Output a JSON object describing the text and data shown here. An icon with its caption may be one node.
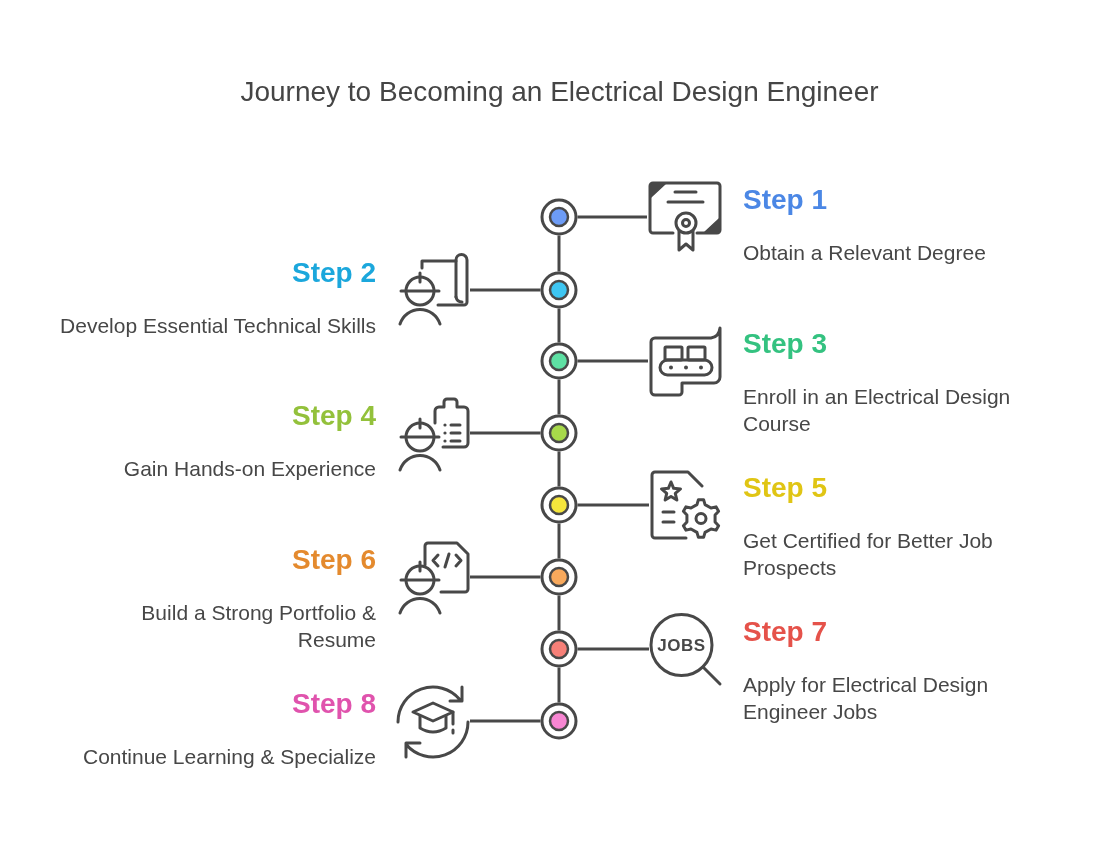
{
  "diagram": {
    "title": "Journey to Becoming an Electrical Design Engineer",
    "nodes": [
      {
        "text": [],
        "shape": "circle"
      },
      {
        "text": [],
        "shape": "picture",
        "beside": [
          "Step 1",
          "Obtain a Relevant Degree"
        ]
      },
      {
        "text": [],
        "shape": "picture",
        "beside": [
          "Step 2",
          "Develop Essential Technical Skills"
        ]
      },
      {
        "text": [],
        "shape": "circle"
      },
      {
        "text": [],
        "shape": "circle"
      },
      {
        "text": [],
        "shape": "picture",
        "beside": [
          "Step 3",
          "Enroll in an Electrical Design Course"
        ]
      },
      {
        "text": [],
        "shape": "picture",
        "beside": [
          "Step 4",
          "Gain Hands-on Experience"
        ]
      },
      {
        "text": [],
        "shape": "circle"
      },
      {
        "text": [],
        "shape": "circle"
      },
      {
        "text": [],
        "shape": "picture",
        "beside": [
          "Step 5",
          "Get Certified for Better Job Prospects"
        ]
      },
      {
        "text": [],
        "shape": "picture",
        "beside": [
          "Step 6",
          "Build a Strong Portfolio & Resume"
        ]
      },
      {
        "text": [],
        "shape": "circle"
      },
      {
        "text": [],
        "shape": "circle"
      },
      {
        "text": [
          "JOBS"
        ],
        "beside": [
          "Step 7",
          "Apply for Electrical Design Engineer Jobs"
        ]
      },
      {
        "text": [],
        "shape": "picture",
        "beside": [
          "Step 8",
          "Continue Learning & Specialize"
        ]
      },
      {
        "text": [],
        "shape": "circle"
      }
    ],
    "edges": [
      {
        "from": 0,
        "to": 1,
        "arrow": "none"
      },
      {
        "from": 0,
        "to": 3,
        "arrow": "none"
      },
      {
        "from": 2,
        "to": 3,
        "arrow": "none"
      },
      {
        "from": 3,
        "to": 4,
        "arrow": "none"
      },
      {
        "from": 4,
        "to": 5,
        "arrow": "none"
      },
      {
        "from": 4,
        "to": 7,
        "arrow": "none"
      },
      {
        "from": 6,
        "to": 7,
        "arrow": "none"
      },
      {
        "from": 7,
        "to": 8,
        "arrow": "none"
      },
      {
        "from": 8,
        "to": 9,
        "arrow": "none"
      },
      {
        "from": 8,
        "to": 11,
        "arrow": "none"
      },
      {
        "from": 10,
        "to": 11,
        "arrow": "none"
      },
      {
        "from": 11,
        "to": 12,
        "arrow": "none"
      },
      {
        "from": 12,
        "to": 13,
        "arrow": "none"
      },
      {
        "from": 12,
        "to": 15,
        "arrow": "none"
      },
      {
        "from": 14,
        "to": 15,
        "arrow": "none"
      }
    ]
  }
}
